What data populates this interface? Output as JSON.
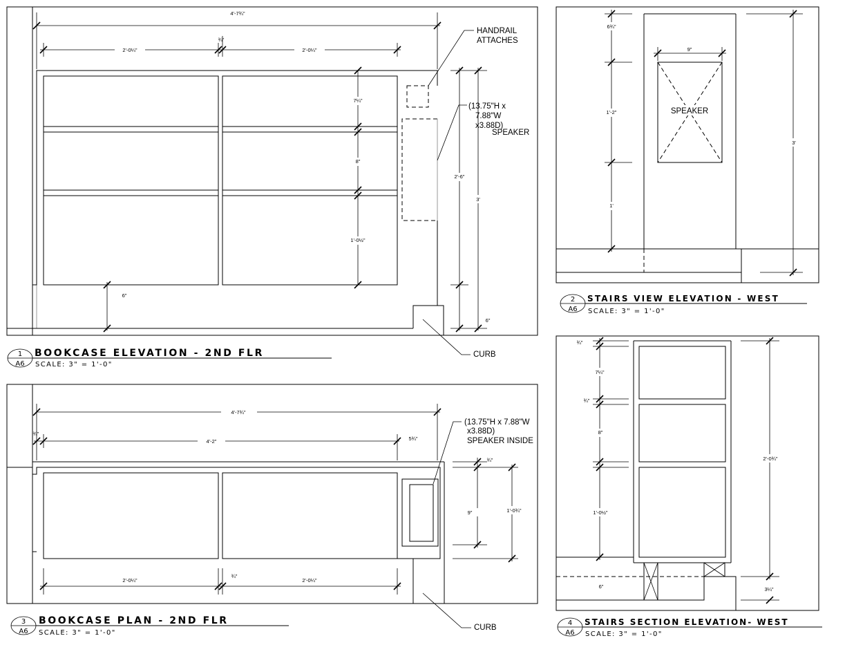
{
  "drawings": [
    {
      "id": "bookcase-elevation",
      "number": "1",
      "sheet": "A6",
      "title": "BOOKCASE ELEVATION - 2ND FLR",
      "scale": "SCALE: 3\" = 1'-0\"",
      "dims": {
        "overall_width": "4'-7¾\"",
        "left_width": "2'-0¼\"",
        "center_gap": "¾\"",
        "right_width": "2'-0¼\"",
        "shelf_top": "7¼\"",
        "shelf_mid": "8\"",
        "shelf_bottom": "1'-0½\"",
        "base": "6\"",
        "speaker_height": "2'-6\"",
        "overall_height": "3'",
        "curb_height": "6\""
      },
      "notes": {
        "handrail_1": "HANDRAIL",
        "handrail_2": "ATTACHES",
        "speaker_1": "(13.75\"H x",
        "speaker_2": "7.88\"W",
        "speaker_3": "x3.88D)",
        "speaker_4": "SPEAKER",
        "curb": "CURB"
      }
    },
    {
      "id": "stairs-view-elevation",
      "number": "2",
      "sheet": "A6",
      "title": "STAIRS VIEW ELEVATION - WEST",
      "scale": "SCALE: 3\" = 1'-0\"",
      "dims": {
        "top": "6¾\"",
        "speaker_width": "9\"",
        "speaker_height": "1'-2\"",
        "bottom": "1'",
        "overall_height": "3'"
      },
      "notes": {
        "speaker": "SPEAKER"
      }
    },
    {
      "id": "bookcase-plan",
      "number": "3",
      "sheet": "A6",
      "title": "BOOKCASE PLAN - 2ND FLR",
      "scale": "SCALE: 3\" = 1'-0\"",
      "dims": {
        "overall_width": "4'-7¾\"",
        "left_side": "¾\"",
        "inner_width": "4'-2\"",
        "right_side": "5¾\"",
        "left_width": "2'-0¼\"",
        "center_gap": "¾\"",
        "right_width": "2'-0¼\"",
        "back": "¾\"",
        "speaker_depth": "9\"",
        "overall_depth": "1'-0¾\""
      },
      "notes": {
        "speaker_1": "(13.75\"H x 7.88\"W",
        "speaker_2": "x3.88D)",
        "speaker_3": "SPEAKER INSIDE",
        "curb": "CURB"
      }
    },
    {
      "id": "stairs-section-elevation",
      "number": "4",
      "sheet": "A6",
      "title": "STAIRS SECTION ELEVATION- WEST",
      "scale": "SCALE: 3\" = 1'-0\"",
      "dims": {
        "top_board": "¾\"",
        "shelf_top": "7¼\"",
        "board_mid": "¾\"",
        "shelf_mid": "8\"",
        "shelf_bottom": "1'-0½\"",
        "base": "6\"",
        "overall_height": "2'-0¾\"",
        "bottom_board": "3¼\""
      }
    }
  ]
}
